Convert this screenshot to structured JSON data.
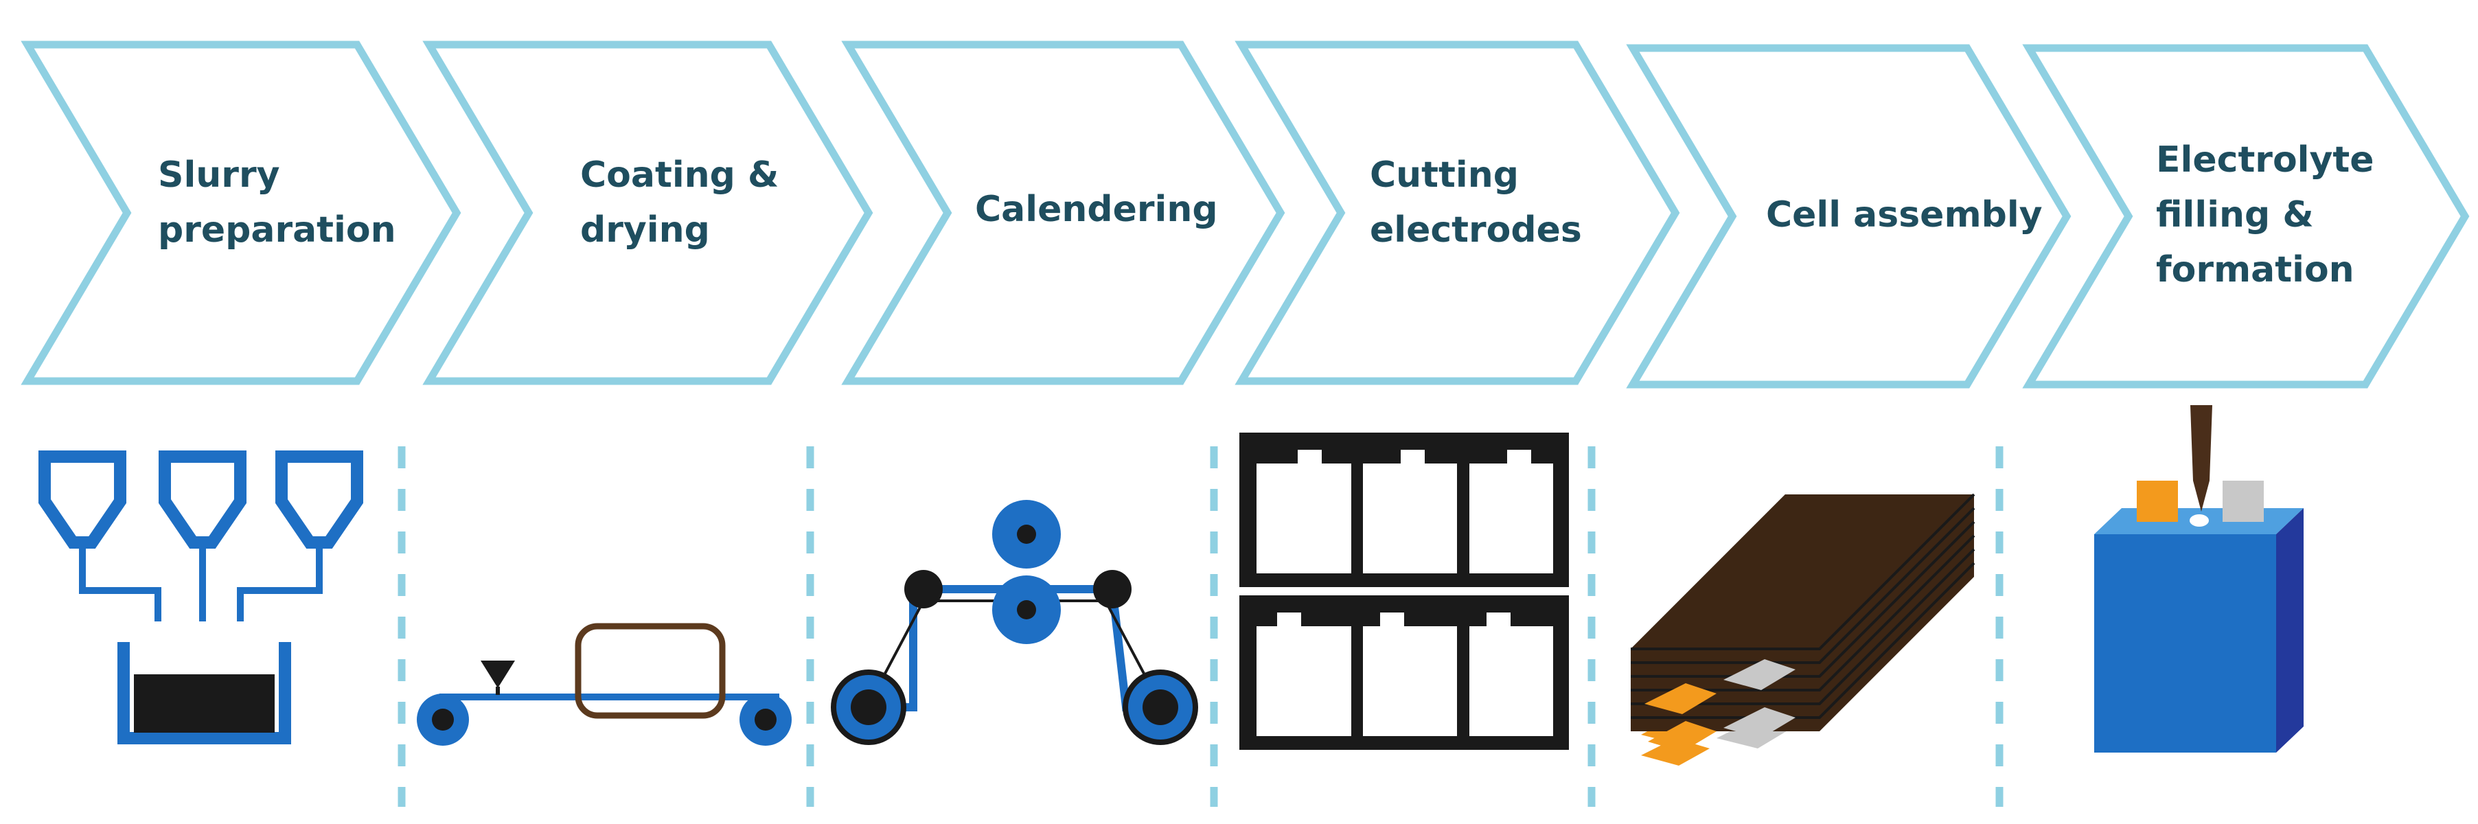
{
  "steps": [
    {
      "id": "slurry-preparation",
      "lines": [
        "Slurry",
        "preparation"
      ]
    },
    {
      "id": "coating-drying",
      "lines": [
        "Coating &",
        "drying"
      ]
    },
    {
      "id": "calendering",
      "lines": [
        "Calendering"
      ]
    },
    {
      "id": "cutting-electrodes",
      "lines": [
        "Cutting",
        "electrodes"
      ]
    },
    {
      "id": "cell-assembly",
      "lines": [
        "Cell assembly"
      ]
    },
    {
      "id": "electrolyte-filling-formation",
      "lines": [
        "Electrolyte",
        "filling &",
        "formation"
      ]
    }
  ],
  "colors": {
    "chevron_stroke": "#8fd0e2",
    "label_text": "#1f4e5f",
    "blue": "#1e6fc4",
    "dark": "#1a1a1a",
    "brown": "#5c3a1e",
    "orange": "#f39a1d",
    "gray": "#c8c8c8",
    "divider": "#8fd0e2"
  },
  "icons": [
    "slurry-mixer-icon",
    "coating-dryer-icon",
    "calender-rollers-icon",
    "electrode-cutting-icon",
    "electrode-stack-icon",
    "electrolyte-filling-icon"
  ]
}
